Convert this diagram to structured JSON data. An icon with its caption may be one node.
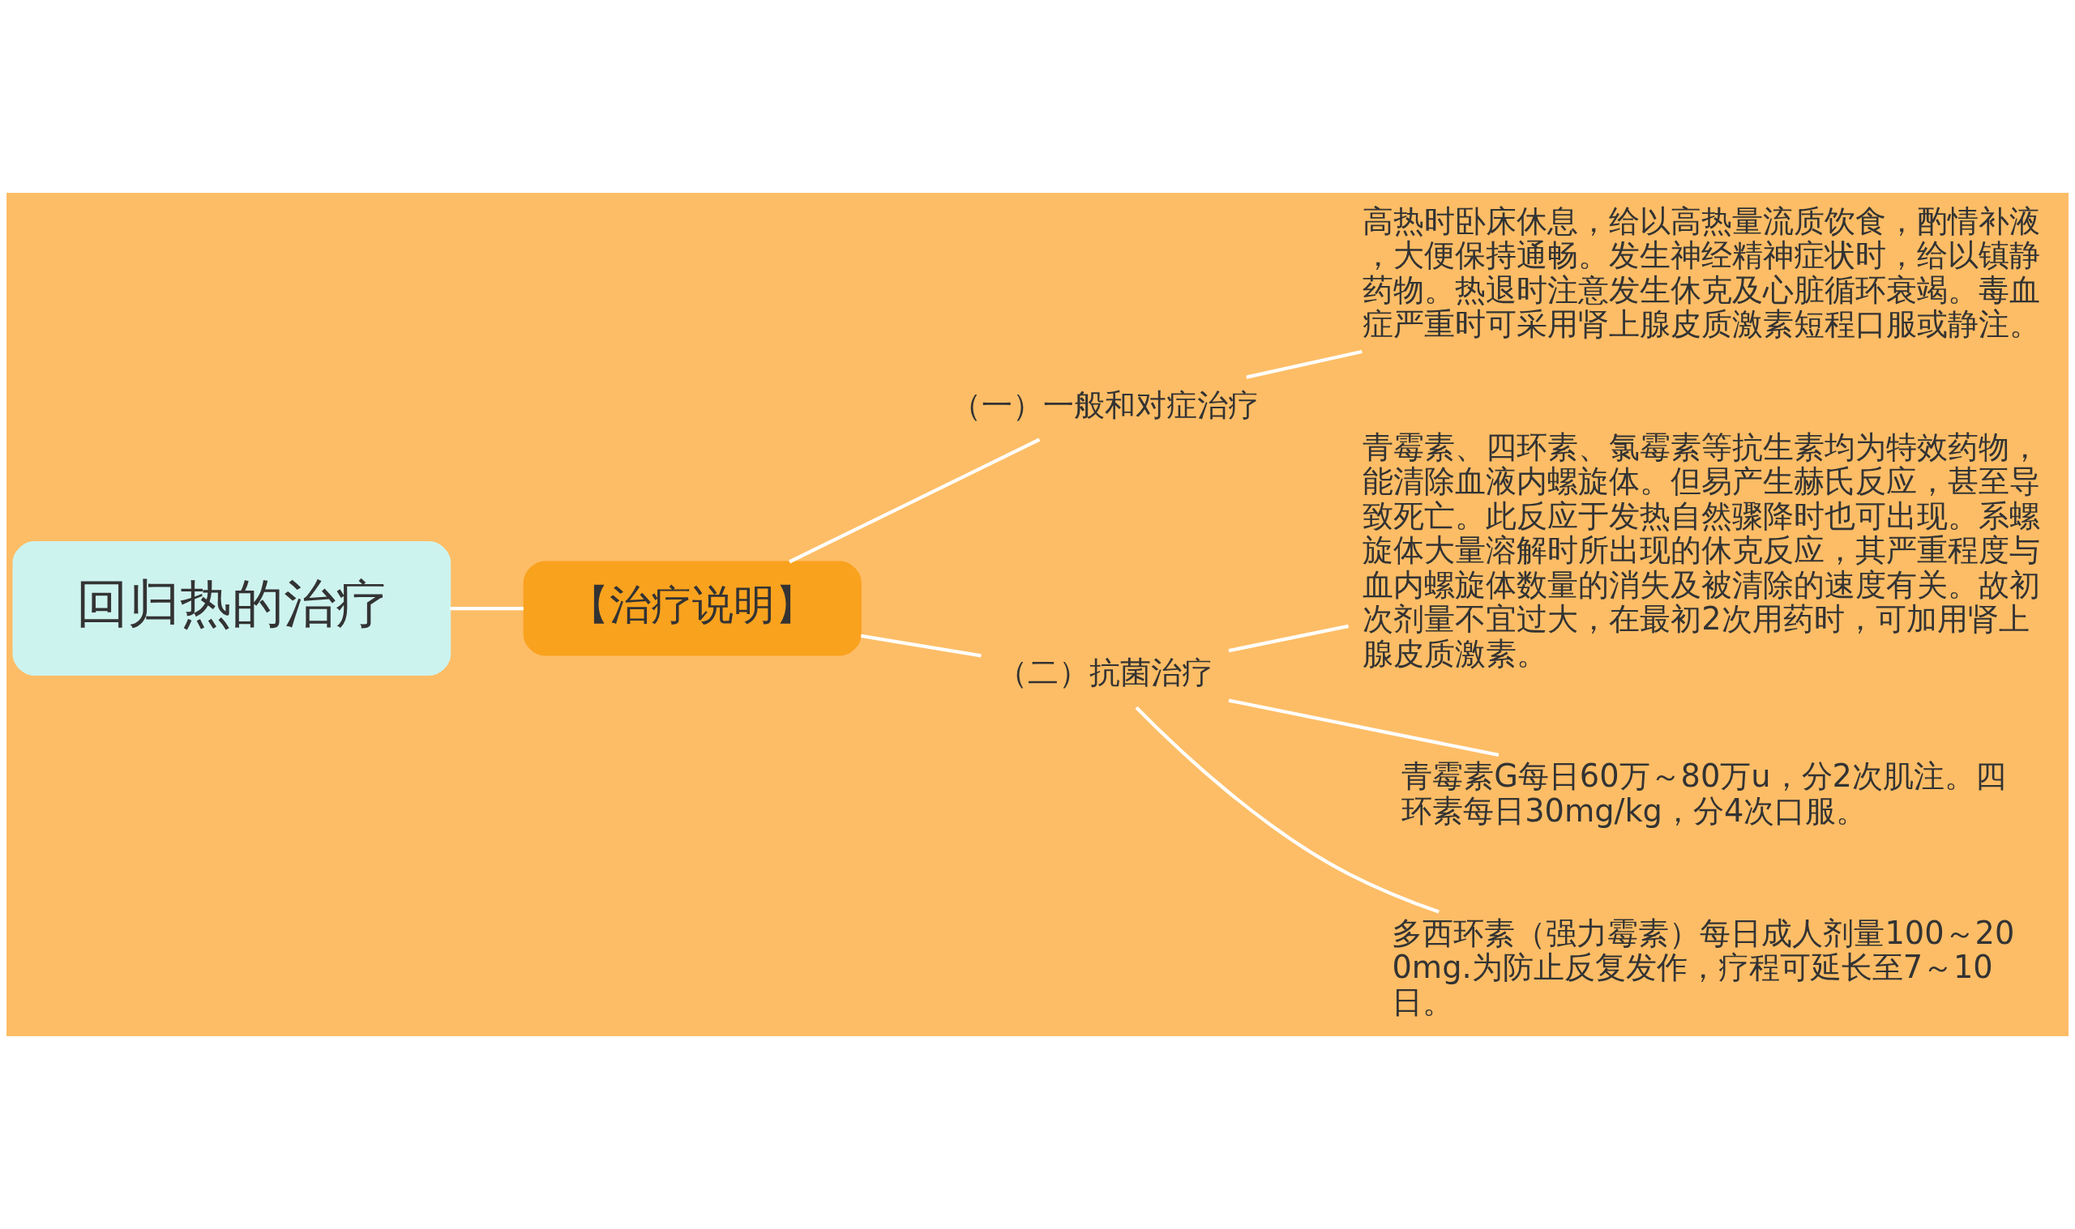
{
  "diagram": {
    "nodes": [
      {
        "text": [
          "回归热的治疗"
        ]
      },
      {
        "text": [
          "【治疗说明】"
        ]
      },
      {
        "text": [
          "（一）一般和对症治疗"
        ]
      },
      {
        "text": [
          "高热时卧床休息，给以高热量流质饮食，酌情补液，大便保持通畅。发生神经精神症状时，给以镇静药物。热退时注意发生休克及心脏循环衰竭。毒血症严重时可采用肾上腺皮质激素短程口服或静注。"
        ]
      },
      {
        "text": [
          "（二）抗菌治疗"
        ]
      },
      {
        "text": [
          "青霉素、四环素、氯霉素等抗生素均为特效药物，能清除血液内螺旋体。但易产生赫氏反应，甚至导致死亡。此反应于发热自然骤降时也可出现。系螺旋体大量溶解时所出现的休克反应，其严重程度与血内螺旋体数量的消失及被清除的速度有关。故初次剂量不宜过大，在最初2次用药时，可加用肾上腺皮质激素。"
        ]
      },
      {
        "text": [
          "青霉素G每日60万～80万u，分2次肌注。四环素每日30mg/kg，分4次口服。"
        ]
      },
      {
        "text": [
          "多西环素（强力霉素）每日成人剂量100～200mg.为防止反复发作，疗程可延长至7～10日。"
        ]
      }
    ],
    "edges": [
      {
        "from": 0,
        "to": 1,
        "arrow": "none"
      },
      {
        "from": 1,
        "to": 2,
        "arrow": "none"
      },
      {
        "from": 2,
        "to": 3,
        "arrow": "none"
      },
      {
        "from": 1,
        "to": 4,
        "arrow": "none"
      },
      {
        "from": 4,
        "to": 5,
        "arrow": "none"
      },
      {
        "from": 4,
        "to": 6,
        "arrow": "none"
      },
      {
        "from": 4,
        "to": 7,
        "arrow": "none"
      }
    ]
  }
}
